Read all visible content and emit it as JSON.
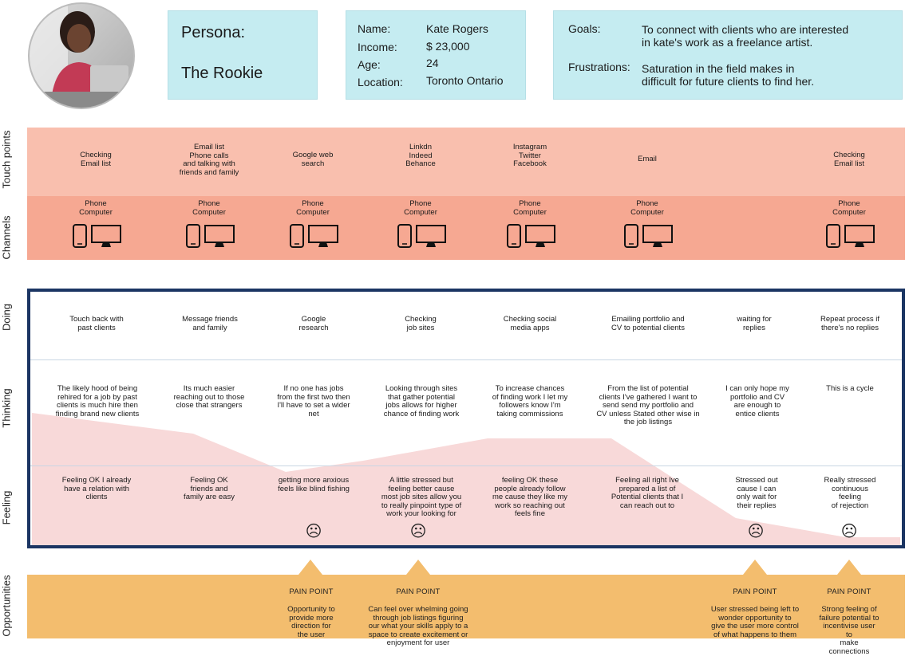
{
  "persona": {
    "title_line1": "Persona:",
    "title_line2": "The Rookie"
  },
  "profile": {
    "name_label": "Name:",
    "name_value": "Kate Rogers",
    "income_label": "Income:",
    "income_value": "$ 23,000",
    "age_label": "Age:",
    "age_value": "24",
    "location_label": "Location:",
    "location_value": "Toronto Ontario"
  },
  "goals": {
    "goals_label": "Goals:",
    "goals_line1": "To connect with clients who are interested",
    "goals_line2": "in kate's work as a freelance artist.",
    "frustrations_label": "Frustrations:",
    "frustrations_line1": "Saturation in the field makes in",
    "frustrations_line2": "difficult for future clients to find her."
  },
  "rows": {
    "touch_points": "Touch points",
    "channels": "Channels",
    "doing": "Doing",
    "thinking": "Thinking",
    "feeling": "Feeling",
    "opportunities": "Opportunities"
  },
  "touch_points": [
    "Checking\nEmail list",
    "Email list\nPhone calls\nand talking with\nfriends and family",
    "Google web\nsearch",
    "Linkdn\nIndeed\nBehance",
    "Instagram\nTwitter\nFacebook",
    "Email",
    "Checking\nEmail list"
  ],
  "channels": [
    "Phone\nComputer",
    "Phone\nComputer",
    "Phone\nComputer",
    "Phone\nComputer",
    "Phone\nComputer",
    "Phone\nComputer",
    "Phone\nComputer"
  ],
  "doing": [
    "Touch back with\npast clients",
    "Message friends\nand family",
    "Google\nresearch",
    "Checking\njob sites",
    "Checking social\nmedia apps",
    "Emailing portfolio and\nCV to potential clients",
    "waiting for\nreplies",
    "Repeat process if\nthere's no replies"
  ],
  "thinking": [
    "The likely hood of being\nrehired for a job by past\nclients is much hire then\nfinding brand new clients",
    "Its much easier\nreaching out to those\nclose that strangers",
    "If no one  has jobs\nfrom the first two then\nI'll have to set a wider\nnet",
    "Looking through sites\nthat gather potential\njobs allows for higher\nchance of finding work",
    "To increase chances\nof finding work I let my\nfollowers know I'm\ntaking commissions",
    "From the list of potential\nclients I've gathered I want to\nsend send my portfolio and\nCV unless Stated other wise in\nthe job listings",
    "I can only hope my\nportfolio and CV\nare enough to\nentice clients",
    "This is a cycle"
  ],
  "feeling": [
    "Feeling OK I already\nhave a relation with\nclients",
    "Feeling OK\nfriends and\nfamily are easy",
    "getting more anxious\nfeels like blind fishing",
    "A little stressed but\nfeeling better cause\nmost job sites allow you\nto really pinpoint type of\nwork your looking for",
    "feeling OK  these\npeople already follow\nme cause they like my\nwork so reaching out\nfeels fine",
    "Feeling all right Ive\nprepared a list of\nPotential clients that I\ncan reach out to",
    "Stressed out\ncause I can\nonly wait for\ntheir replies",
    "Really stressed\ncontinuous feeling\nof rejection"
  ],
  "sad_face": "☹",
  "pain_points": [
    {
      "title": "PAIN POINT",
      "text": "Opportunity to\nprovide more\ndirection for\nthe user"
    },
    {
      "title": "PAIN POINT",
      "text": "Can feel over whelming going\nthrough job listings figuring\nour what your skills apply to a\nspace to create excitement or\nenjoyment for user"
    },
    {
      "title": "PAIN POINT",
      "text": "User stressed being left to\nwonder opportunity to\ngive the user more control\nof what happens to them"
    },
    {
      "title": "PAIN POINT",
      "text": "Strong feeling of\nfailure potential to\nincentivise user to\nmake connections"
    }
  ],
  "colors": {
    "card": "#c5ecf1",
    "touch_band": "#f9bfae",
    "channel_band": "#f6a892",
    "frame": "#1b3563",
    "emotion_fill": "#f8d9d9",
    "opportunity_band": "#f3bd6e"
  }
}
